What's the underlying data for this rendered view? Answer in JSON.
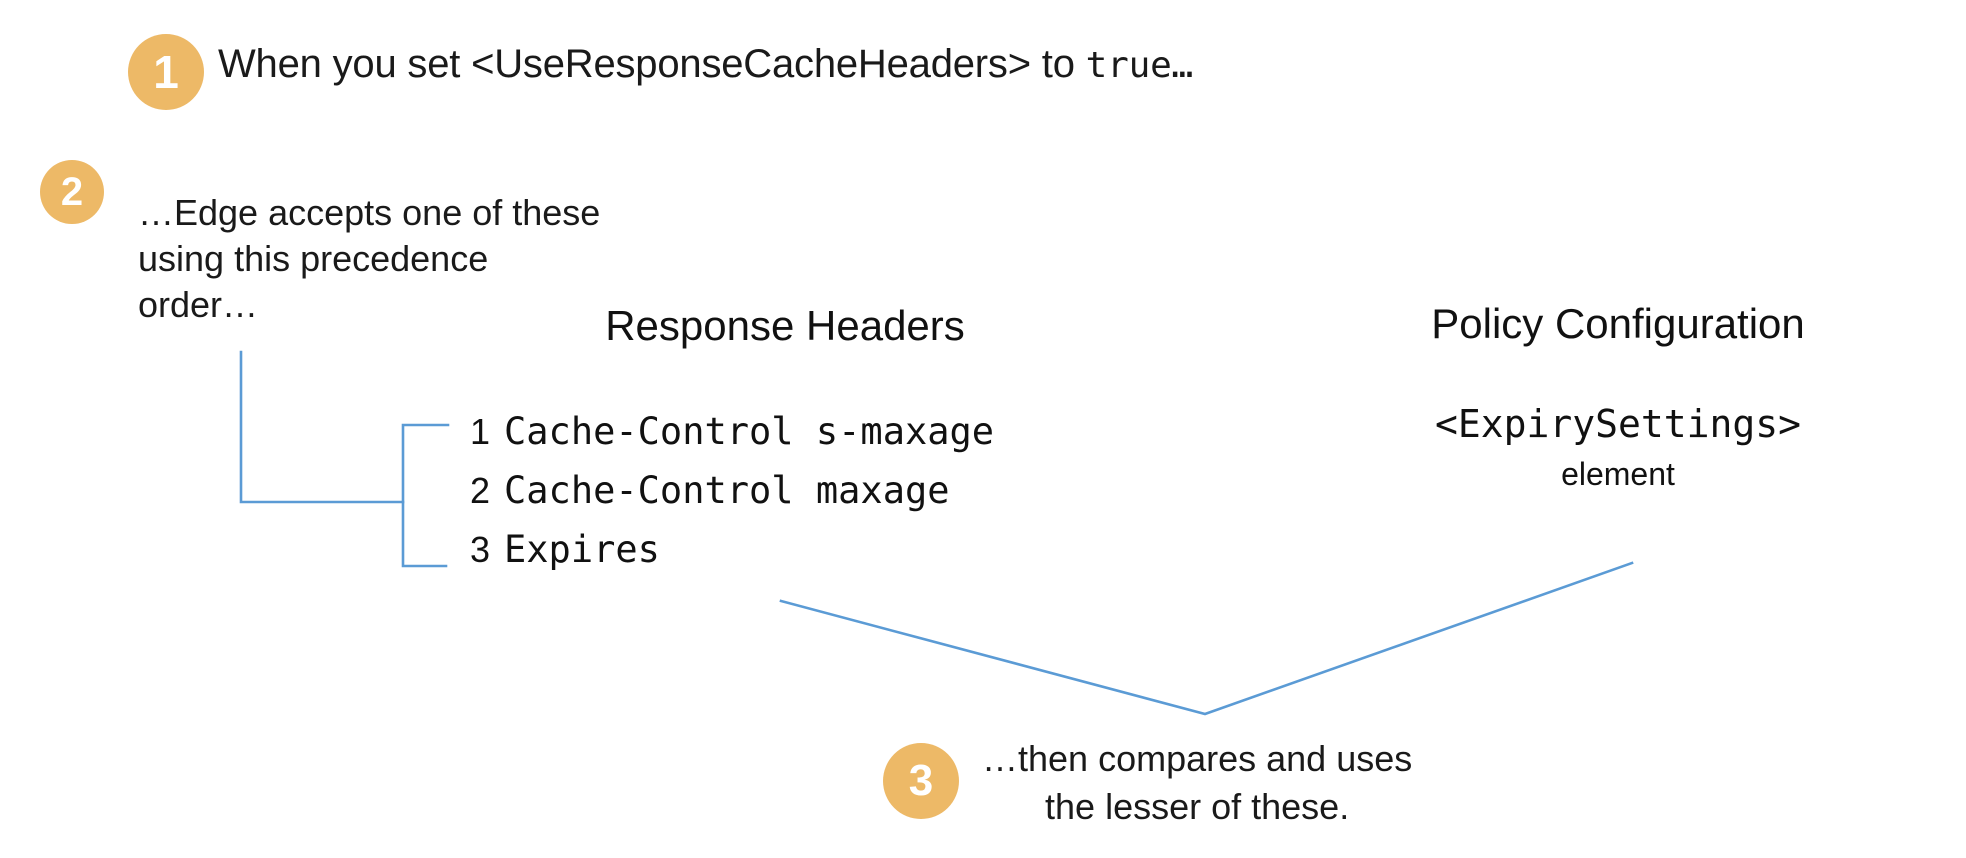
{
  "diagram": {
    "title_hidden": "",
    "accent_badge_color": "#edb967",
    "connector_color": "#5b9bd5",
    "background_color": "#ffffff",
    "text_color": "#111111"
  },
  "steps": [
    {
      "number": "1",
      "text_prefix": "When you set <UseResponseCacheHeaders> to ",
      "text_code": "true…"
    },
    {
      "number": "2",
      "text": "…Edge accepts one of these\nusing this precedence\norder…"
    },
    {
      "number": "3",
      "text": "…then compares and uses\nthe lesser of these."
    }
  ],
  "columns": {
    "response_headers": {
      "title": "Response Headers",
      "items": [
        {
          "num": "1",
          "value": "Cache-Control s-maxage"
        },
        {
          "num": "2",
          "value": "Cache-Control maxage"
        },
        {
          "num": "3",
          "value": "Expires"
        }
      ]
    },
    "policy_configuration": {
      "title": "Policy Configuration",
      "code": "<ExpirySettings>",
      "word": "element"
    }
  }
}
